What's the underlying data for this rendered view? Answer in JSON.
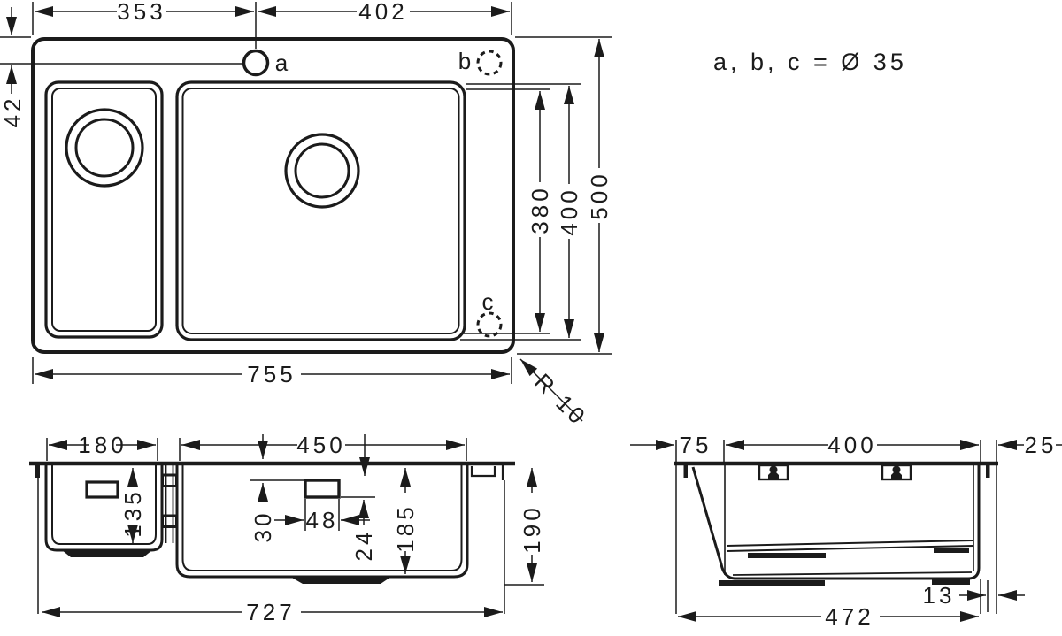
{
  "colors": {
    "line": "#1b1b1b",
    "background": "#ffffff"
  },
  "note": {
    "hole_diameters": "a, b, c = Ø 35"
  },
  "top_view": {
    "holes": {
      "a": "a",
      "b": "b",
      "c": "c"
    },
    "dims": {
      "left_width": "353",
      "right_width": "402",
      "hole_offset": "42",
      "bowl_inner_depth": "380",
      "bowl_outer_depth": "400",
      "overall_depth": "500",
      "overall_width": "755",
      "corner_radius": "R 10"
    }
  },
  "front_view": {
    "dims": {
      "small_bowl_width": "180",
      "large_bowl_width": "450",
      "small_bowl_depth": "135",
      "drain_top_offset": "30",
      "drain_width": "48",
      "drain_height": "24",
      "large_bowl_depth": "185",
      "overall_depth": "190",
      "overall_width": "727"
    }
  },
  "side_view": {
    "dims": {
      "front_ledge": "75",
      "bowl_width": "400",
      "rear_ledge": "25",
      "bottom_offset": "13",
      "overall_width": "472"
    }
  }
}
